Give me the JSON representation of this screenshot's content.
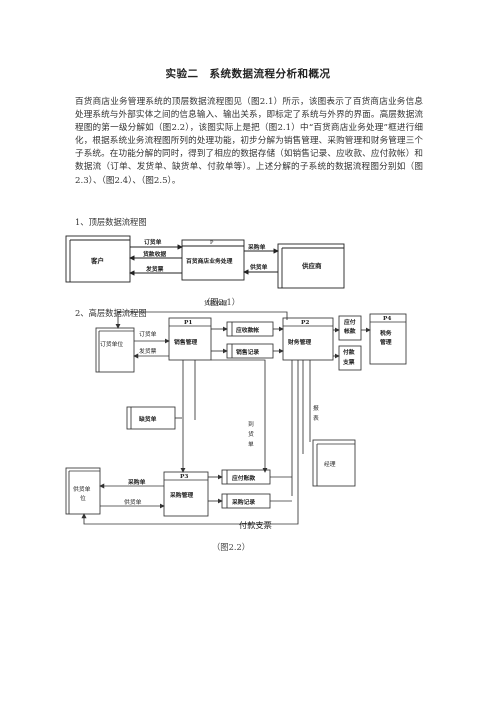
{
  "title": "实验二　系统数据流程分析和概况",
  "paragraph": "百货商店业务管理系统的顶层数据流程图见（图2.1）所示，该图表示了百货商店业务信息处理系统与外部实体之间的信息输入、输出关系，即标定了系统与外界的界面。高层数据流程图的第一级分解如（图2.2），该图实际上是把（图2.1）中“百货商店业务处理”框进行细化，根据系统业务流程图所列的处理功能，初步分解为销售管理、采购管理和财务管理三个子系统。在功能分解的同时，得到了相应的数据存储（如销售记录、应收款、应付款帐）和数据流（订单、发货单、缺货单、付款单等）。上述分解的子系统的数据流程图分别如（图2.3）、（图2.4）、（图2.5）。",
  "section1": "1、顶层数据流程图",
  "section2": "2、高层数据流程图",
  "fig1": {
    "caption": "（图2.1）",
    "customer": "客户",
    "process_id": "P",
    "process": "百货商店业务处理",
    "supplier": "供应商",
    "flow_order": "订货单",
    "flow_payment_received": "货款收据",
    "flow_invoice": "发货票",
    "flow_purchase": "采购单",
    "flow_supply": "供货单"
  },
  "fig2": {
    "caption": "（图2.2）",
    "top_flow": "货款收据",
    "order_unit": "订货单位",
    "flow_order": "订货单",
    "flow_invoice": "发货票",
    "p1_id": "P1",
    "p1": "销售管理",
    "receivables": "应收款帐",
    "sales_record": "销售记录",
    "p2_id": "P2",
    "p2": "财务管理",
    "payable_store_a": "应付",
    "payable_store_b": "帐款",
    "payment_a": "付款",
    "payment_b": "支票",
    "p4_id": "P4",
    "p4_a": "税务",
    "p4_b": "管理",
    "shortage": "缺货单",
    "arrival_a": "到",
    "arrival_b": "货",
    "arrival_c": "单",
    "report_a": "报",
    "report_b": "表",
    "manager": "经理",
    "supplier_unit_a": "供货单",
    "supplier_unit_b": "位",
    "purchase_order": "采购单",
    "supply_order": "供货单",
    "p3_id": "P3",
    "p3": "采购管理",
    "payables": "应付账款",
    "purchase_record": "采购记录",
    "payment_check": "付款支票"
  }
}
